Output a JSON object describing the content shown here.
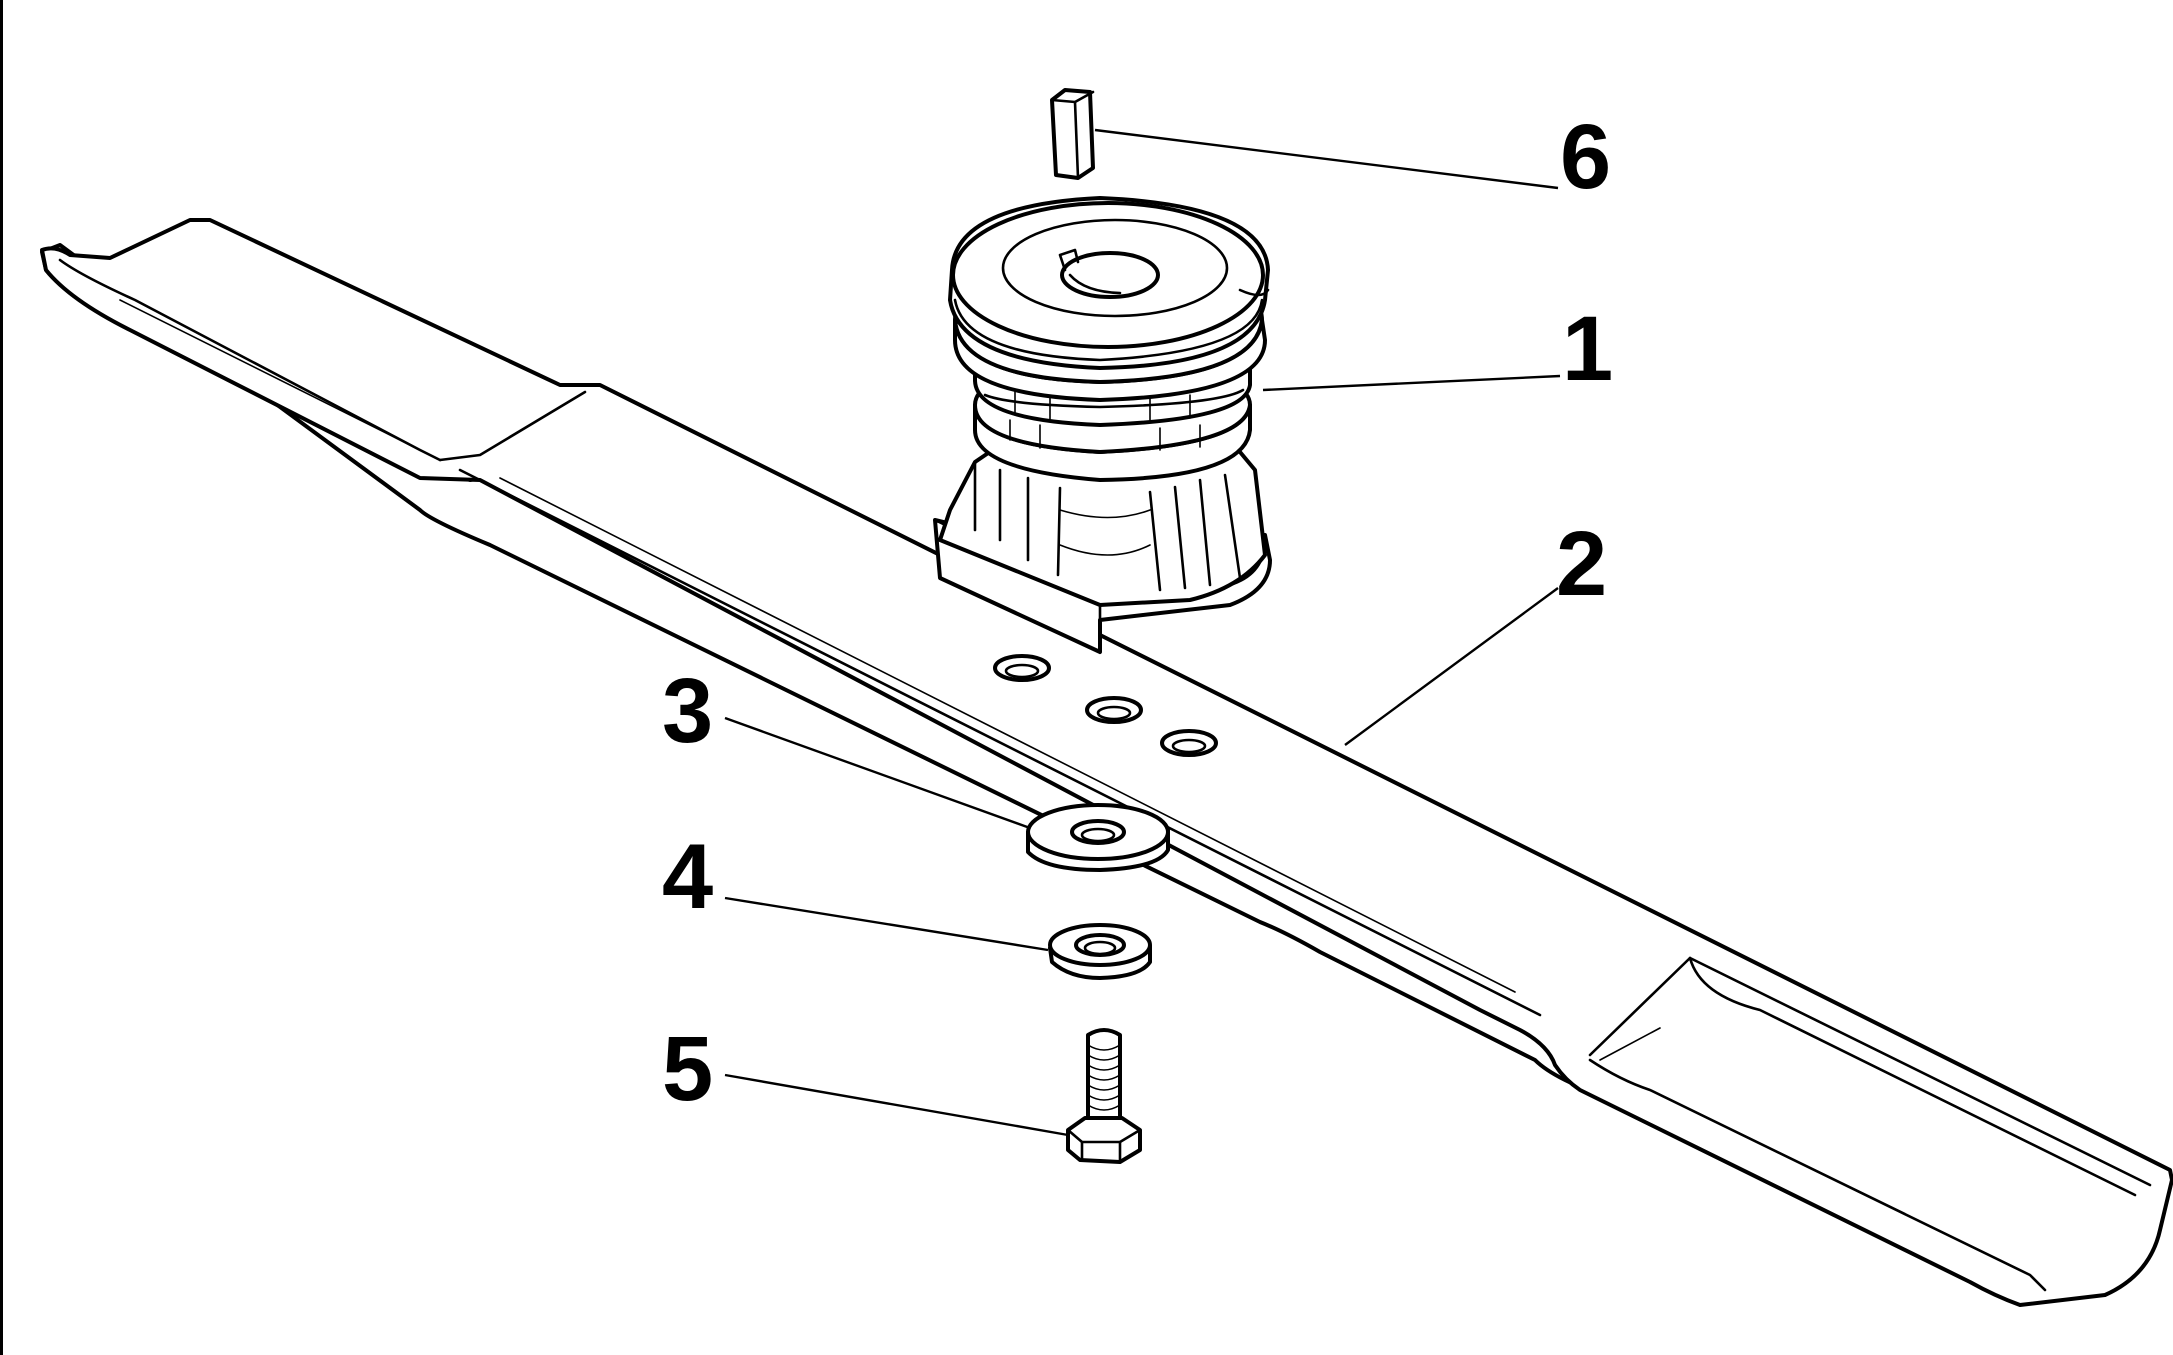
{
  "callouts": [
    {
      "id": "6",
      "label": "6",
      "part": "key"
    },
    {
      "id": "1",
      "label": "1",
      "part": "blade-adapter-hub"
    },
    {
      "id": "2",
      "label": "2",
      "part": "blade"
    },
    {
      "id": "3",
      "label": "3",
      "part": "large-washer"
    },
    {
      "id": "4",
      "label": "4",
      "part": "spring-washer"
    },
    {
      "id": "5",
      "label": "5",
      "part": "bolt"
    }
  ],
  "colors": {
    "line": "#000000",
    "fill": "#ffffff"
  }
}
